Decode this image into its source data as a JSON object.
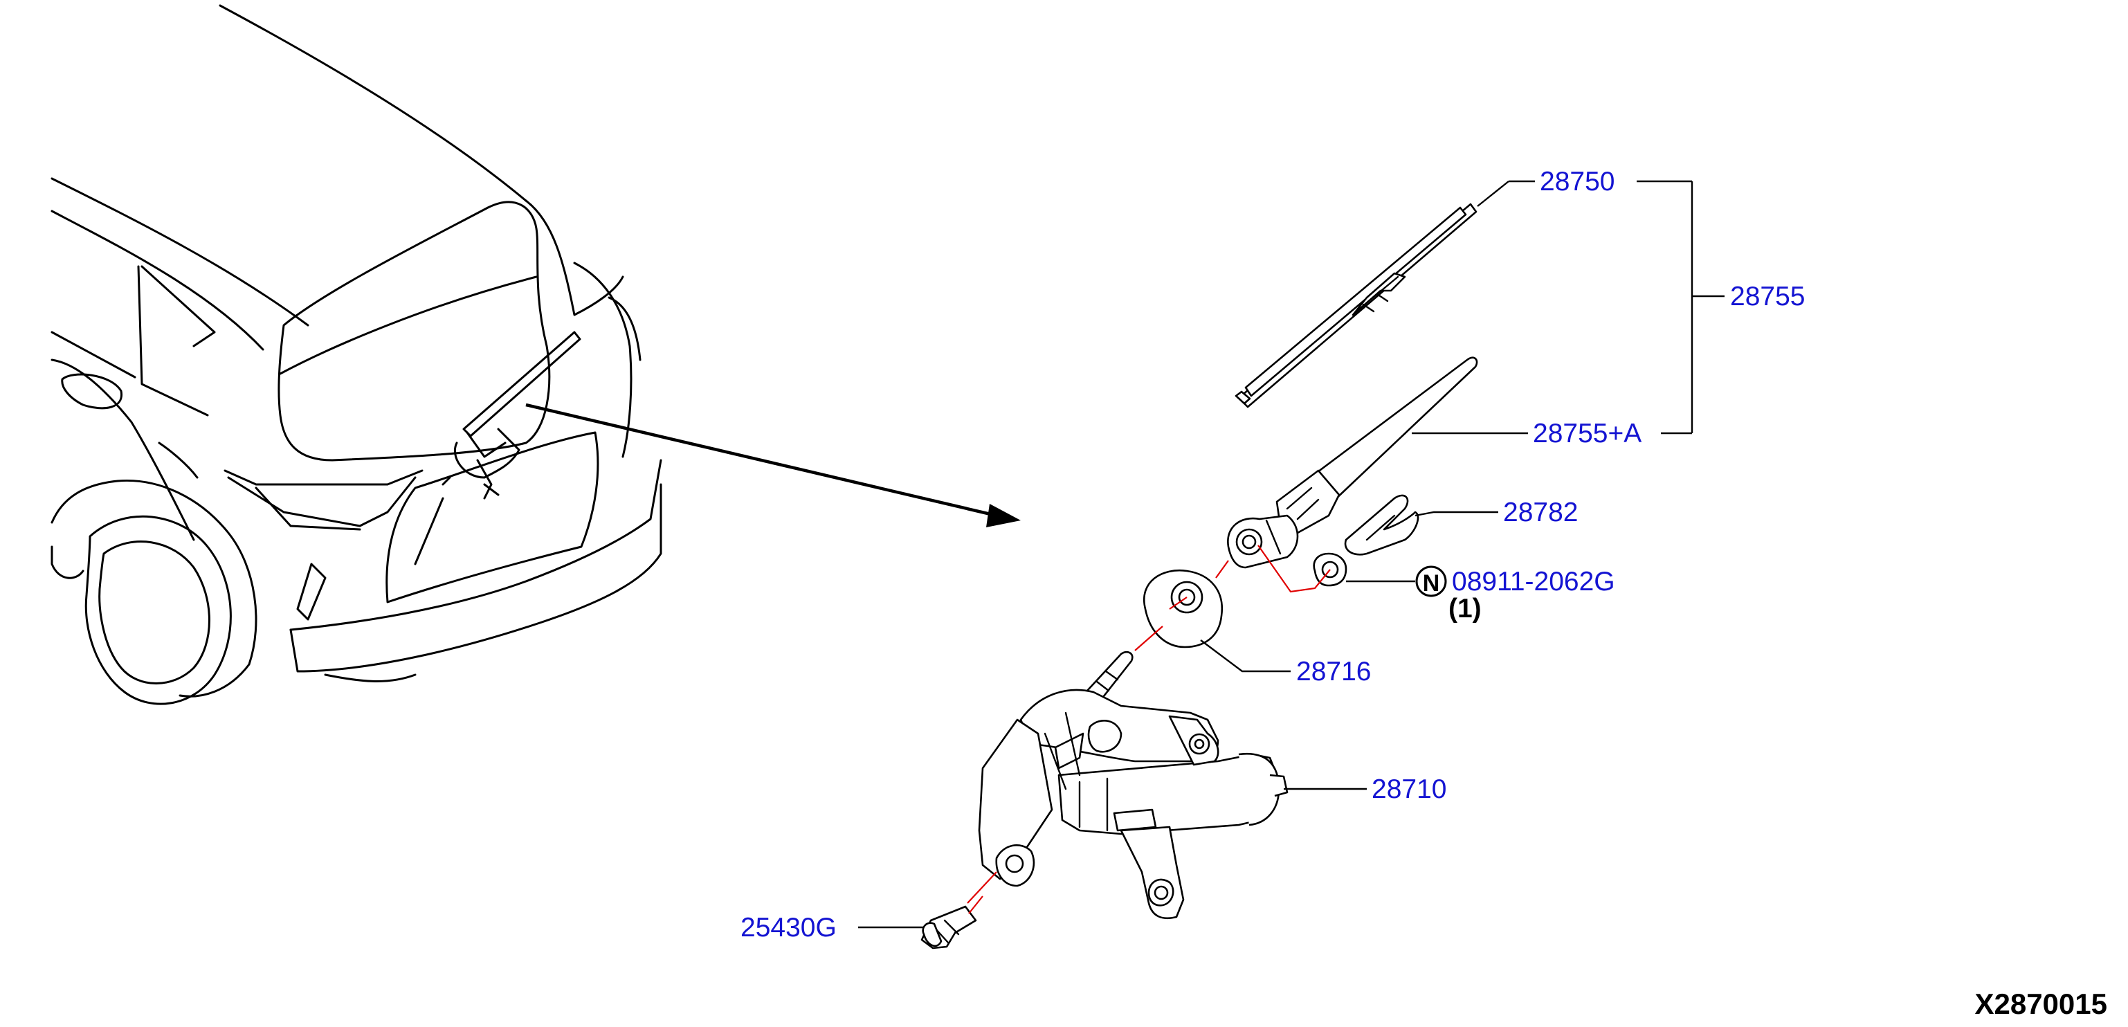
{
  "diagram_id": "X2870015",
  "parts": {
    "p28750": "28750",
    "p28755": "28755",
    "p28755a": "28755+A",
    "p28782": "28782",
    "p08911": "08911-2062G",
    "p08911_symbol": "N",
    "p08911_qty": "(1)",
    "p28716": "28716",
    "p28710": "28710",
    "p25430g": "25430G"
  },
  "colors": {
    "part_number": "#1414d2",
    "line": "#000000",
    "centerline": "#e00000"
  }
}
